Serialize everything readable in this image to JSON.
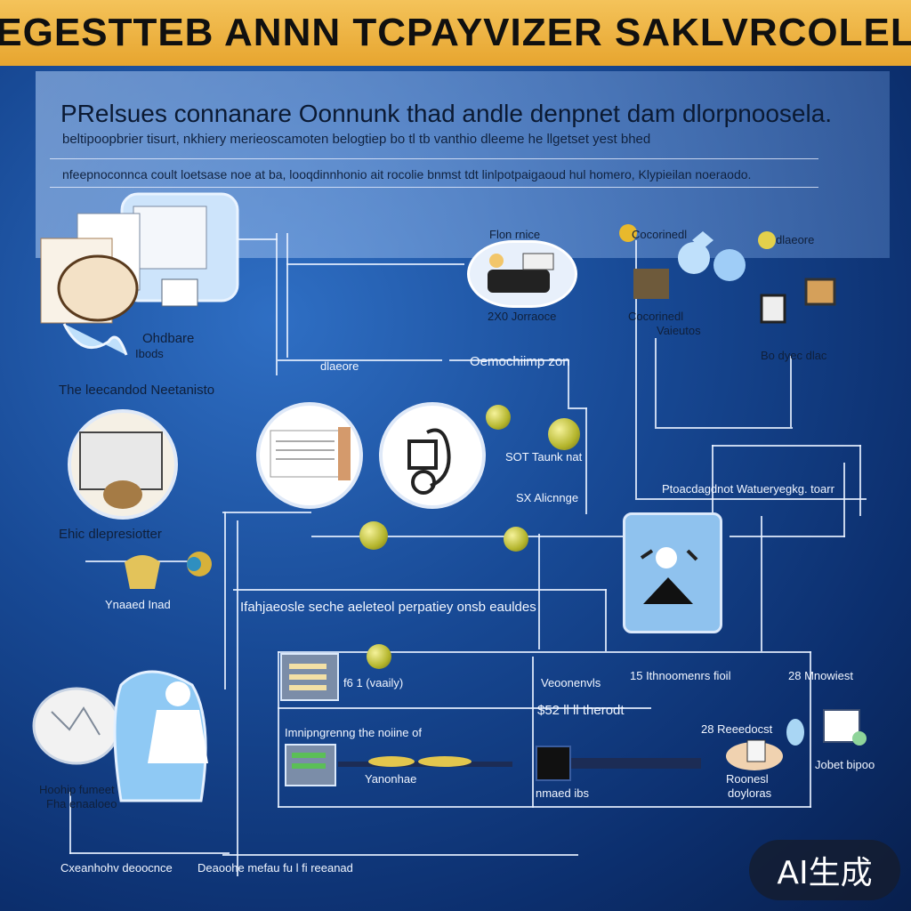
{
  "banner": {
    "title": "EGESTTEB ANNN TCPAYVIZER SAKLVRCOLEL"
  },
  "header": {
    "line1": "PRelsues connanare Oonnunk thad andle denpnet dam dlorpnoosela.",
    "line2": "beltipoopbrier tisurt, nkhiery merieoscamoten belogtiep bo tl tb vanthio dleeme he llgetset yest bhed",
    "line3": "nfeepnoconnca coult loetsase    noe at ba, looqdinnhonio ait rocolie bnmst tdt linlpotpaigaoud hul homero, Klypieilan noeraodo."
  },
  "labels": {
    "ohdbare": "Ohdbare",
    "ibods": "Ibods",
    "recoded": "The leecandod Neetanisto",
    "flon_rnice": "Flon rnice",
    "zxo_jorraoce": "2X0 Jorraoce",
    "cocorinedl": "Cocorinedl",
    "valeutos": "Vaieutos",
    "bo_dyec": "Bo dyec dlac",
    "dlaceore": "dlaeore",
    "oemochiimp": "Oemochiimp zon",
    "sot_taunk": "SOT Taunk nat",
    "sx_alicnne": "SX Alicnnge",
    "ptoacdagdnot": "Ptoacdagdnot Watueryegkg. toarr",
    "ehic_dlepresiotter": "Ehic dlepresiotter",
    "ynaaed": "Ynaaed Inad",
    "ifahjaeosle": "Ifahjaeosle seche aeleteol perpatiey onsb eauldes",
    "fbl_vsaaily": "f6 1 (vaaily)",
    "veoonenvls": "Veoonenvls",
    "ithnoomenrs": "15 Ithnoomenrs fioil",
    "z8_mnoweet": "28 Mnowiest",
    "s52_therodt": "$52 ll ll therodt",
    "rnipngrenng": "Imnipngrenng the noiine of",
    "z8_reeedocst": "28 Reeedocst",
    "yanonhae": "Yanonhae",
    "jobet_bipoo": "Jobet bipoo",
    "roonesl_doyloras": "Roonesl",
    "doylorus": "doyloras",
    "hiohip_tunieet": "Hoohip fumeet",
    "fha_enaalceo": "Fha enaaloeo",
    "oxeanhohv": "Cxeanhohv deoocnce",
    "deaoohe_mefau": "Deaoohe mefau fu l fi reeanad",
    "nmaed_idbs": "nmaed ibs"
  },
  "watermark": {
    "text": "AI生成"
  },
  "colors": {
    "banner": "#f0b648",
    "background": "#184a96",
    "node": "#c8c83a"
  }
}
